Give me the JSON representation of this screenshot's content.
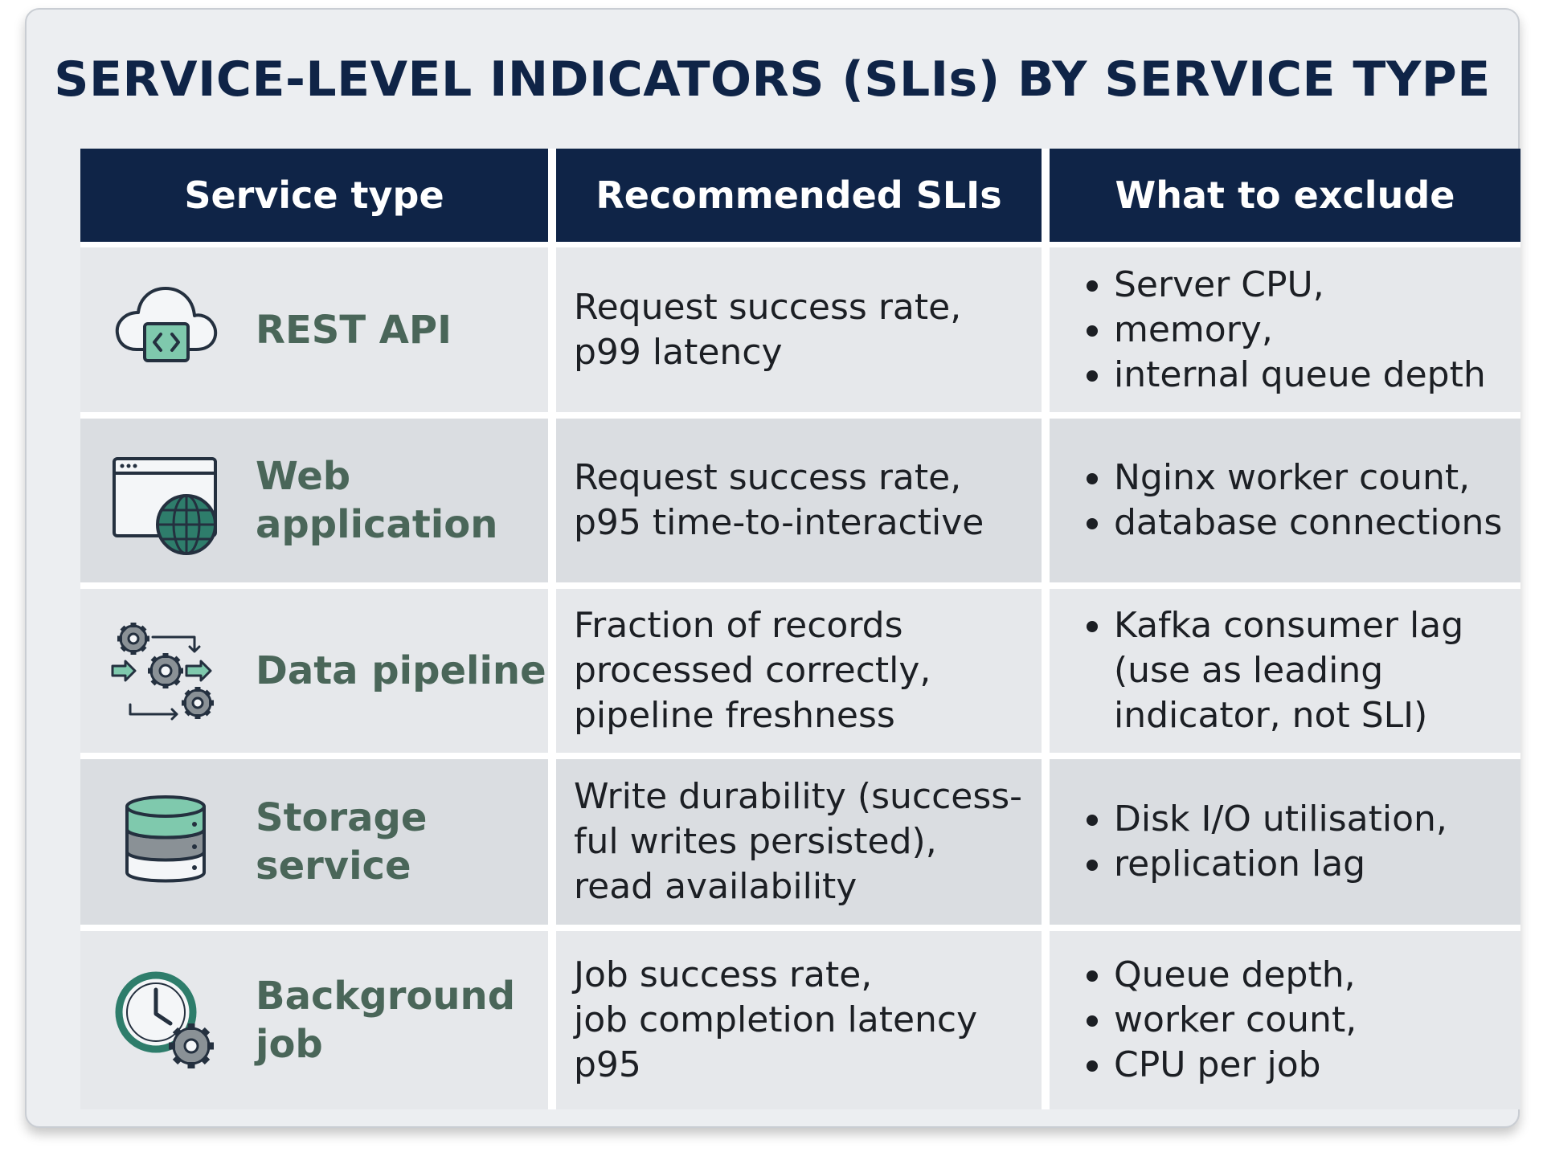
{
  "title": "SERVICE-LEVEL INDICATORS (SLIs) BY SERVICE TYPE",
  "columns": [
    "Service type",
    "Recommended SLIs",
    "What to exclude"
  ],
  "colors": {
    "header_bg": "#0f2447",
    "title": "#0f2447",
    "service_label": "#4a6659",
    "icon_teal": "#2e7d6b",
    "icon_mint": "#7fc9ad",
    "row_light": "#e6e8eb",
    "row_dark": "#dadde1"
  },
  "rows": [
    {
      "icon": "cloud-code-icon",
      "service": "REST API",
      "slis": "Request success rate,\np99 latency",
      "exclude": [
        "Server CPU,",
        "memory,",
        "internal queue depth"
      ]
    },
    {
      "icon": "browser-globe-icon",
      "service": "Web\napplication",
      "slis": "Request success rate,\np95 time-to-interactive",
      "exclude": [
        "Nginx worker count,",
        "database connections"
      ]
    },
    {
      "icon": "gears-flow-icon",
      "service": "Data pipeline",
      "slis": "Fraction of records\nprocessed correctly,\npipeline freshness",
      "exclude": [
        "Kafka consumer lag\n(use as leading\nindicator, not SLI)"
      ]
    },
    {
      "icon": "database-icon",
      "service": "Storage\nservice",
      "slis": "Write durability (success-\nful writes persisted),\nread availability",
      "exclude": [
        "Disk I/O utilisation,",
        "replication lag"
      ]
    },
    {
      "icon": "clock-gear-icon",
      "service": "Background\njob",
      "slis": "Job success rate,\njob completion latency\np95",
      "exclude": [
        "Queue depth,",
        "worker count,",
        "CPU per job"
      ]
    }
  ]
}
